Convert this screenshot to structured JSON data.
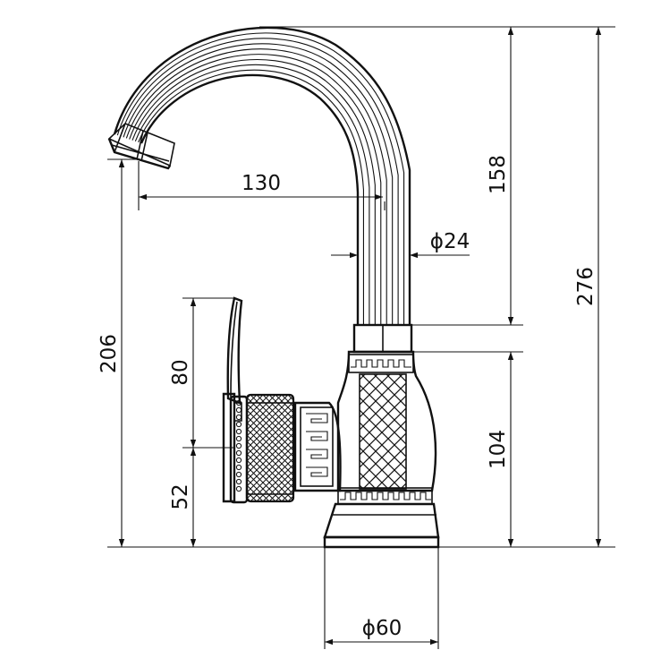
{
  "drawing": {
    "subject": "faucet-technical-drawing",
    "dimensions": {
      "spout_reach": "130",
      "spout_height": "158",
      "pipe_diameter": "ϕ24",
      "overall_height": "276",
      "spout_outlet_height": "206",
      "handle_height": "80",
      "handle_axis_height": "52",
      "body_height": "104",
      "base_diameter": "ϕ60"
    },
    "colors": {
      "line": "#111111",
      "background": "#ffffff"
    }
  }
}
